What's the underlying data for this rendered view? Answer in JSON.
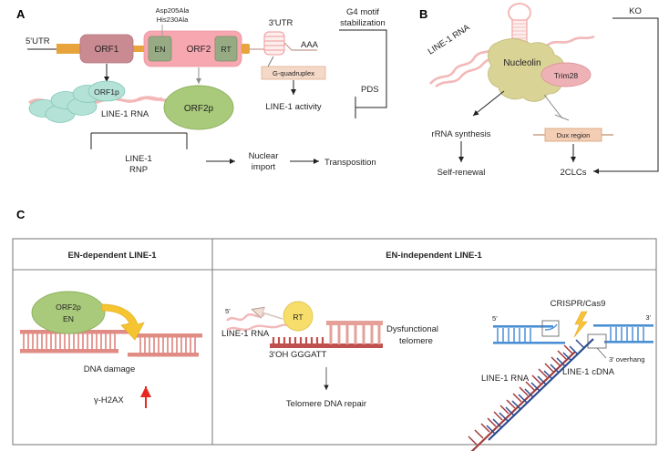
{
  "figure": {
    "panels": [
      "A",
      "B",
      "C"
    ]
  },
  "panelA": {
    "label": "A",
    "gene": {
      "utr5": "5'UTR",
      "orf1": "ORF1",
      "en": "EN",
      "orf2": "ORF2",
      "rt": "RT",
      "utr3": "3'UTR",
      "polyA": "AAA",
      "mutation_line1": "Asp205Ala",
      "mutation_line2": "His230Ala"
    },
    "proteins": {
      "orf1p": "ORF1p",
      "orf2p": "ORF2p",
      "rna": "LINE-1 RNA"
    },
    "quadruplex": {
      "label": "G-quadruplex",
      "activity": "LINE-1 activity",
      "g4_line1": "G4 motif",
      "g4_line2": "stabilization",
      "pds": "PDS"
    },
    "pathway": {
      "rnp_line1": "LINE-1",
      "rnp_line2": "RNP",
      "import_line1": "Nuclear",
      "import_line2": "import",
      "transposition": "Transposition"
    }
  },
  "panelB": {
    "label": "B",
    "rna": "LINE-1 RNA",
    "nucleolin": "Nucleolin",
    "trim28": "Trim28",
    "rrna": "rRNA synthesis",
    "dux": "Dux region",
    "self_renewal": "Self-renewal",
    "twoclcs": "2CLCs",
    "ko": "KO"
  },
  "panelC": {
    "label": "C",
    "header_left": "EN-dependent LINE-1",
    "header_right": "EN-independent LINE-1",
    "left": {
      "orf2p_line1": "ORF2p",
      "orf2p_line2": "EN",
      "dna_damage": "DNA damage",
      "h2ax": "γ-H2AX"
    },
    "middle": {
      "five_prime": "5'",
      "rna": "LINE-1 RNA",
      "rt": "RT",
      "ggattt": "3'OH GGGATT",
      "telomere_line1": "Dysfunctional",
      "telomere_line2": "telomere",
      "repair": "Telomere DNA repair"
    },
    "right": {
      "crispr": "CRISPR/Cas9",
      "five_prime": "5'",
      "three_prime": "3'",
      "overhang": "3' overhang",
      "rna": "LINE-1 RNA",
      "cdna": "LINE-1 cDNA"
    }
  },
  "colors": {
    "orf1_box": "#c98a92",
    "orf2_box": "#f7a7b0",
    "en_rt_box": "#96ab83",
    "utr_bar": "#e8a33d",
    "orf1p": "#b5e2d6",
    "orf2p": "#a8ca7a",
    "quadruplex_box": "#f5d9c8",
    "nucleolin": "#d9d396",
    "trim28": "#eeb2b6",
    "dux_box": "#f3cdb4",
    "rna_pink": "#f3b8b8",
    "dna_salmon": "#e08b84",
    "telomere_red": "#c0504d",
    "dna_blue": "#4a8fd4",
    "cdna_blue": "#2b4b8f",
    "rna_dark_red": "#a33a3a",
    "arrow_yellow": "#f5c431",
    "bolt_yellow": "#f9c23c",
    "rt_yellow": "#f7de6a",
    "red_arrow": "#e8271f",
    "table_border": "#808080"
  }
}
